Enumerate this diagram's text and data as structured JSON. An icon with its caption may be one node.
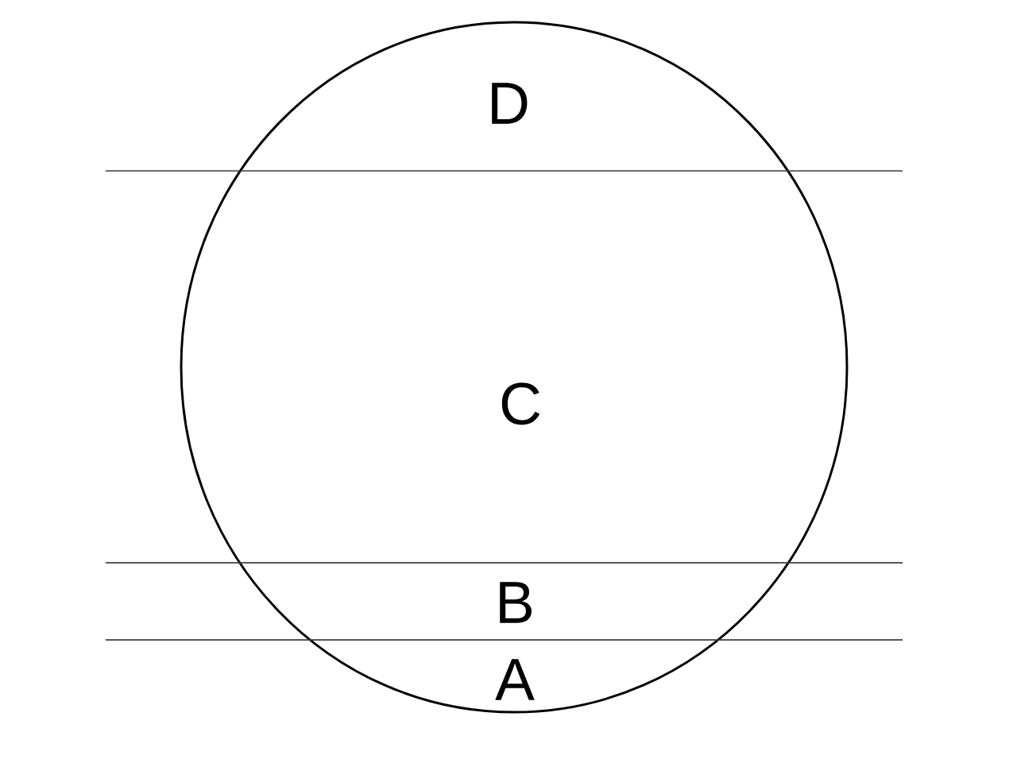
{
  "diagram": {
    "labels": [
      "D",
      "C",
      "B",
      "A"
    ]
  }
}
